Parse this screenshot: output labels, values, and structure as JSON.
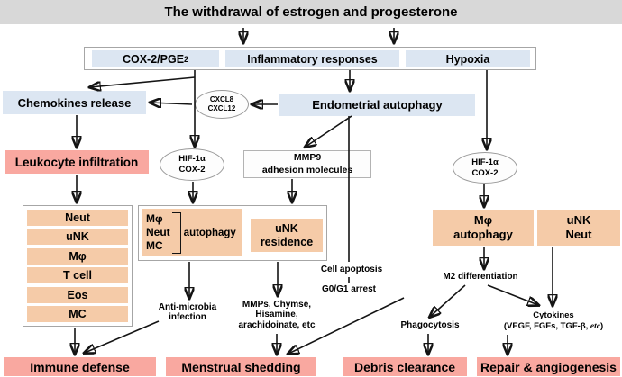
{
  "diagram": {
    "title": "The withdrawal of estrogen and progesterone",
    "top_row": {
      "cox2": "COX-2/PGE",
      "cox2_sub": "2",
      "inflammatory": "Inflammatory responses",
      "hypoxia": "Hypoxia"
    },
    "chemokines_release": "Chemokines release",
    "cxcl_ellipse": {
      "line1": "CXCL8",
      "line2": "CXCL12"
    },
    "endometrial_autophagy": "Endometrial autophagy",
    "leukocyte_infiltration": "Leukocyte infiltration",
    "hif_left": {
      "line1": "HIF-1α",
      "line2": "COX-2"
    },
    "mmp9_box": {
      "line1": "MMP9",
      "line2": "adhesion molecules"
    },
    "hif_right": {
      "line1": "HIF-1α",
      "line2": "COX-2"
    },
    "cell_list": [
      "Neut",
      "uNK",
      "Mφ",
      "T cell",
      "Eos",
      "MC"
    ],
    "autophagy_group": {
      "cell1": "Mφ",
      "cell2": "Neut",
      "cell3": "MC",
      "label": "autophagy"
    },
    "unk_residence": {
      "line1": "uNK",
      "line2": "residence"
    },
    "anti_microbia": {
      "line1": "Anti-microbia",
      "line2": "infection"
    },
    "mmps_text": {
      "line1": "MMPs, Chymse,",
      "line2": "Hisamine,",
      "line3": "arachidoinate, etc"
    },
    "cell_apoptosis": "Cell apoptosis",
    "g0g1_arrest": "G0/G1 arrest",
    "mphi_autophagy": {
      "line1": "Mφ",
      "line2": "autophagy"
    },
    "unk_neut": {
      "line1": "uNK",
      "line2": "Neut"
    },
    "m2_differentiation": "M2 differentiation",
    "phagocytosis": "Phagocytosis",
    "cytokines": {
      "line1": "Cytokines",
      "line2_pre": "(VEGF, FGFs, TGF-β, ",
      "etc": "etc",
      "line2_post": ")"
    },
    "outcomes": {
      "immune": "Immune defense",
      "menstrual": "Menstrual shedding",
      "debris": "Debris clearance",
      "repair": "Repair & angiogenesis"
    },
    "colors": {
      "title_band": "#d8d8d8",
      "blue_box": "#dce6f2",
      "pink_box": "#f9a8a0",
      "peach_box": "#f5cba8",
      "border_gray": "#a6a6a6",
      "arrow": "#141414"
    }
  }
}
